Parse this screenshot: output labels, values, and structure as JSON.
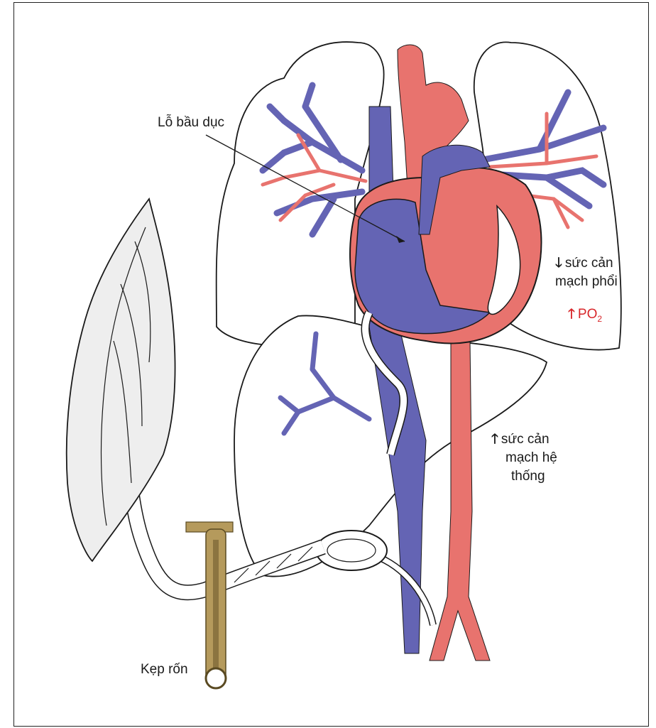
{
  "labels": {
    "foramen_ovale": "Lỗ bầu dục",
    "pulm_resistance_line1": "sức cản",
    "pulm_resistance_line2": "mạch phổi",
    "po2_main": "PO",
    "po2_sub": "2",
    "sys_resistance_line1": "sức cản",
    "sys_resistance_line2": "mạch hệ",
    "sys_resistance_line3": "thống",
    "clamp": "Kẹp rốn"
  },
  "symbols": {
    "down_arrow": "🡓",
    "up_arrow": "🡑"
  },
  "colors": {
    "vein_blue": "#6464b4",
    "artery_red": "#e8736e",
    "outline": "#1a1a1a",
    "po2_red": "#d8262a",
    "clamp_gold": "#b59a5c"
  }
}
